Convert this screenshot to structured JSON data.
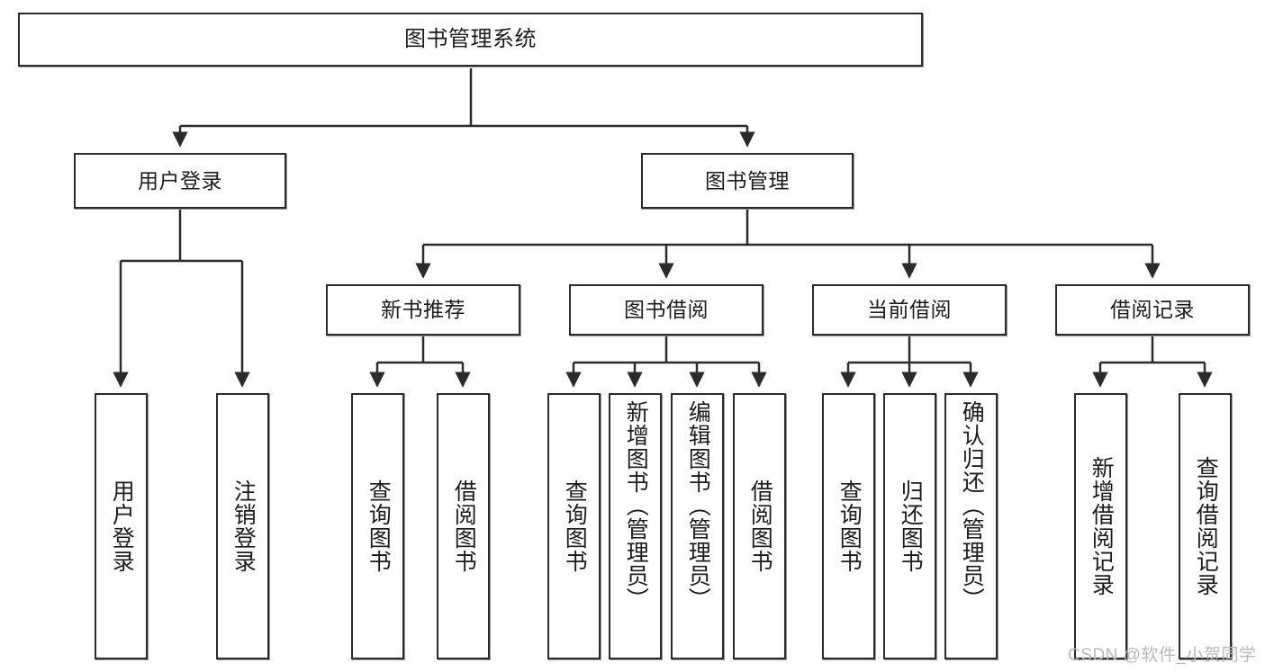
{
  "diagram": {
    "title": "图书管理系统",
    "type": "hierarchy-tree",
    "colors": {
      "box_border": "#2b2b2b",
      "box_fill": "#ffffff",
      "connector": "#2b2b2b",
      "watermark": "#b9b9b9",
      "background": "#ffffff"
    },
    "root": {
      "label": "图书管理系统"
    },
    "level2": [
      {
        "label": "用户登录"
      },
      {
        "label": "图书管理"
      }
    ],
    "level3": [
      {
        "label": "新书推荐"
      },
      {
        "label": "图书借阅"
      },
      {
        "label": "当前借阅"
      },
      {
        "label": "借阅记录"
      }
    ],
    "leaves": {
      "user_login": [
        {
          "label": "用户登录"
        },
        {
          "label": "注销登录"
        }
      ],
      "new_book_recommend": [
        {
          "label": "查询图书"
        },
        {
          "label": "借阅图书"
        }
      ],
      "book_borrow": [
        {
          "label": "查询图书"
        },
        {
          "label": "新增图书（管理员）"
        },
        {
          "label": "编辑图书（管理员）"
        },
        {
          "label": "借阅图书"
        }
      ],
      "current_borrow": [
        {
          "label": "查询图书"
        },
        {
          "label": "归还图书"
        },
        {
          "label": "确认归还（管理员）"
        }
      ],
      "borrow_record": [
        {
          "label": "新增借阅记录"
        },
        {
          "label": "查询借阅记录"
        }
      ]
    }
  },
  "watermark": {
    "text": "CSDN @软件_小贺同学"
  }
}
